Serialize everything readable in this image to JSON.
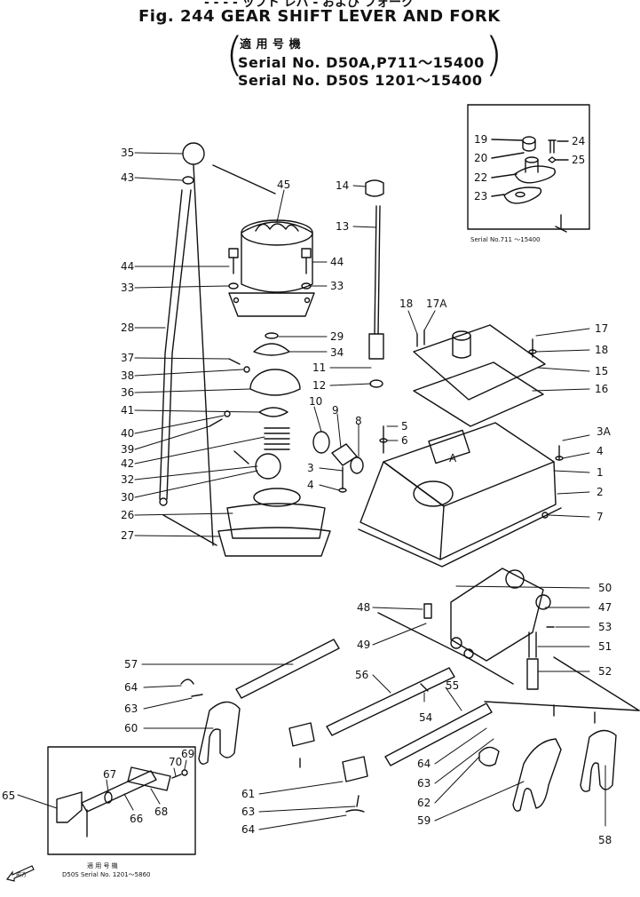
{
  "figure": {
    "title": "Fig. 244 GEAR SHIFT LEVER AND FORK",
    "top_cut_text": "- - - - ッフト レバ - および フォーク",
    "applicability_jp": "適 用 号 機",
    "serial_line_1": "Serial No. D50A,P711～15400",
    "serial_line_2": "Serial No. D50S 1201～15400",
    "paren_open": "(",
    "paren_close": ")"
  },
  "inset_a": {
    "label": "A",
    "note": "Serial No.711 ～15400"
  },
  "inset_b": {
    "note_jp": "適 用 号 機",
    "note": "D50S Serial No. 1201～5860"
  },
  "front_mark": {
    "text": "前方"
  },
  "callouts": [
    "35",
    "43",
    "45",
    "14",
    "13",
    "44",
    "44",
    "33",
    "33",
    "28",
    "29",
    "34",
    "37",
    "38",
    "36",
    "41",
    "40",
    "39",
    "42",
    "32",
    "30",
    "26",
    "27",
    "11",
    "12",
    "18",
    "17A",
    "17",
    "18",
    "15",
    "16",
    "10",
    "9",
    "8",
    "5",
    "6",
    "3",
    "4",
    "3A",
    "4",
    "1",
    "2",
    "7",
    "A",
    "19",
    "20",
    "22",
    "23",
    "24",
    "25",
    "50",
    "47",
    "48",
    "49",
    "53",
    "51",
    "52",
    "57",
    "56",
    "55",
    "54",
    "64",
    "63",
    "60",
    "64",
    "63",
    "62",
    "59",
    "58",
    "61",
    "63",
    "64",
    "65",
    "67",
    "66",
    "68",
    "70",
    "69"
  ]
}
